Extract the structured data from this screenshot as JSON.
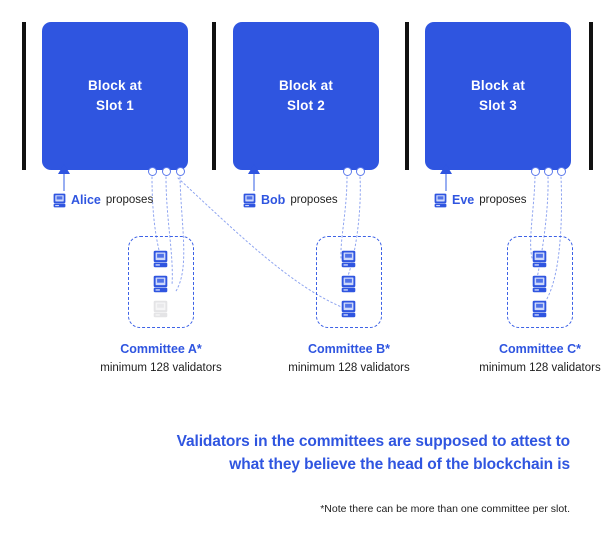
{
  "theme": {
    "block_blue": "#2f55e0",
    "accent_blue": "#2f55e0",
    "wire_blue": "#8ea4f0",
    "dash_blue": "#3d62e6",
    "bar_black": "#111111",
    "inactive_gray": "#e4e4e6",
    "text_dark": "#1d1d1d",
    "page_bg": "#ffffff"
  },
  "slots": [
    {
      "id": "slot-1",
      "block_label": "Block at\nSlot 1",
      "proposer_name": "Alice",
      "proposer_verb": "proposes",
      "proposer_icon": "computer-icon",
      "attestation_dots": 3,
      "committee": {
        "title": "Committee A*",
        "subtitle": "minimum 128 validators",
        "validators": [
          {
            "icon": "validator-computer-icon",
            "state": "active"
          },
          {
            "icon": "validator-computer-icon",
            "state": "active"
          },
          {
            "icon": "validator-computer-icon",
            "state": "inactive"
          }
        ]
      }
    },
    {
      "id": "slot-2",
      "block_label": "Block at\nSlot 2",
      "proposer_name": "Bob",
      "proposer_verb": "proposes",
      "proposer_icon": "computer-icon",
      "attestation_dots": 2,
      "committee": {
        "title": "Committee B*",
        "subtitle": "minimum 128 validators",
        "validators": [
          {
            "icon": "validator-computer-icon",
            "state": "active"
          },
          {
            "icon": "validator-computer-icon",
            "state": "active"
          },
          {
            "icon": "validator-computer-icon",
            "state": "active"
          }
        ]
      }
    },
    {
      "id": "slot-3",
      "block_label": "Block at\nSlot 3",
      "proposer_name": "Eve",
      "proposer_verb": "proposes",
      "proposer_icon": "computer-icon",
      "attestation_dots": 3,
      "committee": {
        "title": "Committee C*",
        "subtitle": "minimum 128 validators",
        "validators": [
          {
            "icon": "validator-computer-icon",
            "state": "active"
          },
          {
            "icon": "validator-computer-icon",
            "state": "active"
          },
          {
            "icon": "validator-computer-icon",
            "state": "active"
          }
        ]
      }
    }
  ],
  "footer": {
    "headline_line1": "Validators in the committees are supposed to attest to",
    "headline_line2": "what they believe the head of the blockchain is",
    "footnote": "*Note there can be more than one committee per slot."
  }
}
